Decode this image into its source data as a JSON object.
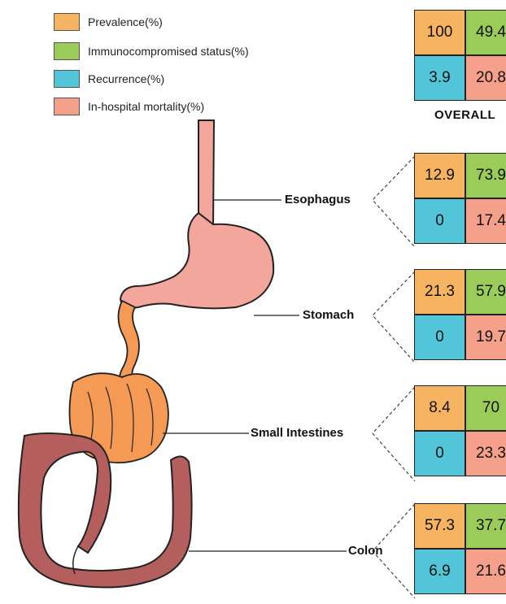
{
  "colors": {
    "prevalence": "#F6B460",
    "immunocompromised": "#9BCB58",
    "recurrence": "#52C6D8",
    "mortality": "#F5A08A",
    "organ_pink": "#F3A79C",
    "intestine_orange": "#F49A55",
    "colon_brown": "#B45E5E"
  },
  "legend": [
    {
      "label": "Prevalence(%)",
      "color_key": "prevalence"
    },
    {
      "label": "Immunocompromised status(%)",
      "color_key": "immunocompromised"
    },
    {
      "label": "Recurrence(%)",
      "color_key": "recurrence"
    },
    {
      "label": "In-hospital mortality(%)",
      "color_key": "mortality"
    }
  ],
  "overall": {
    "label": "OVERALL",
    "prevalence": "100",
    "immunocompromised": "49.4",
    "recurrence": "3.9",
    "mortality": "20.8"
  },
  "organs": [
    {
      "label": "Esophagus",
      "prevalence": "12.9",
      "immunocompromised": "73.9",
      "recurrence": "0",
      "mortality": "17.4"
    },
    {
      "label": "Stomach",
      "prevalence": "21.3",
      "immunocompromised": "57.9",
      "recurrence": "0",
      "mortality": "19.7"
    },
    {
      "label": "Small Intestines",
      "prevalence": "8.4",
      "immunocompromised": "70",
      "recurrence": "0",
      "mortality": "23.3"
    },
    {
      "label": "Colon",
      "prevalence": "57.3",
      "immunocompromised": "37.7",
      "recurrence": "6.9",
      "mortality": "21.6"
    }
  ]
}
